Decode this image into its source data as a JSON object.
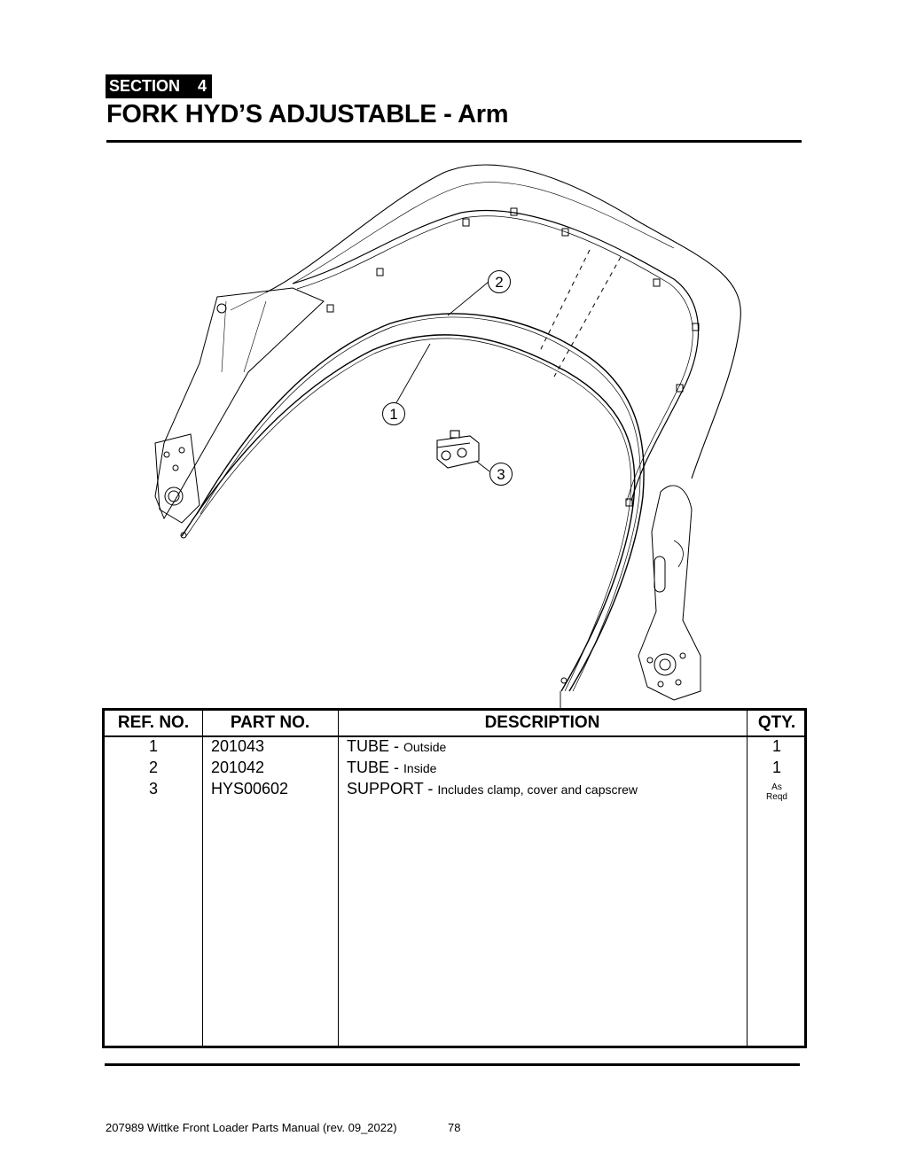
{
  "header": {
    "section_label": "SECTION",
    "section_number": "4",
    "title": "FORK HYD’S ADJUSTABLE - Arm"
  },
  "callouts": [
    "1",
    "2",
    "3"
  ],
  "table": {
    "columns": [
      "REF. NO.",
      "PART NO.",
      "DESCRIPTION",
      "QTY."
    ],
    "rows": [
      {
        "ref": "1",
        "part": "201043",
        "desc_main": "TUBE -",
        "desc_detail": "Outside",
        "qty": "1",
        "qty_small": ""
      },
      {
        "ref": "2",
        "part": "201042",
        "desc_main": "TUBE -",
        "desc_detail": "Inside",
        "qty": "1",
        "qty_small": ""
      },
      {
        "ref": "3",
        "part": "HYS00602",
        "desc_main": "SUPPORT -",
        "desc_detail": "Includes clamp, cover and capscrew",
        "qty": "",
        "qty_small": "As Reqd"
      }
    ]
  },
  "footer": {
    "text": "207989 Wittke Front Loader Parts Manual (rev. 09_2022)",
    "page": "78"
  }
}
